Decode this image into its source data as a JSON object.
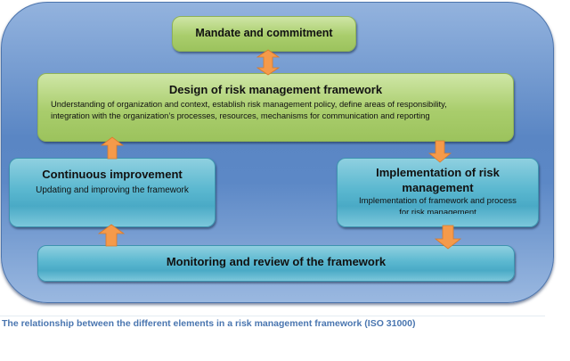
{
  "mandate": {
    "title": "Mandate and commitment"
  },
  "design": {
    "title": "Design of risk management framework",
    "lines": [
      "Understanding of organization and context, establish risk management policy, define areas of responsibility,",
      "integration with the organization’s processes, resources, mechanisms for communication and reporting"
    ]
  },
  "continuous": {
    "title": "Continuous improvement",
    "description": "Updating and improving the framework"
  },
  "implementation": {
    "title_lines": [
      "Implementation of risk",
      "management"
    ],
    "description_lines": [
      "Implementation of framework and process",
      "for risk management"
    ]
  },
  "monitoring": {
    "title": "Monitoring and review of the framework"
  },
  "caption": "The relationship between the different elements in a risk management framework (ISO 31000)",
  "colors": {
    "arrow": "#f59a4a",
    "green": "#a9cd6c",
    "blue": "#5bb8d0",
    "background": "#5a86c4",
    "caption": "#4a76b0"
  }
}
